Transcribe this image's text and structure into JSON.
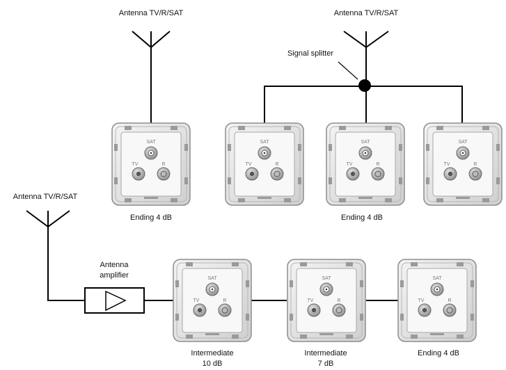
{
  "antennas": {
    "top_left": "Antenna TV/R/SAT",
    "top_right": "Antenna TV/R/SAT",
    "left": "Antenna TV/R/SAT"
  },
  "splitter_label": "Signal splitter",
  "amplifier_label_line1": "Antenna",
  "amplifier_label_line2": "amplifier",
  "socket_ports": {
    "sat": "SAT",
    "tv": "TV",
    "r": "R"
  },
  "socket_labels": {
    "single": "Ending 4 dB",
    "split_group": "Ending 4 dB",
    "intermediate_1_line1": "Intermediate",
    "intermediate_1_line2": "10 dB",
    "intermediate_2_line1": "Intermediate",
    "intermediate_2_line2": "7 dB",
    "ending_chain": "Ending 4 dB"
  }
}
